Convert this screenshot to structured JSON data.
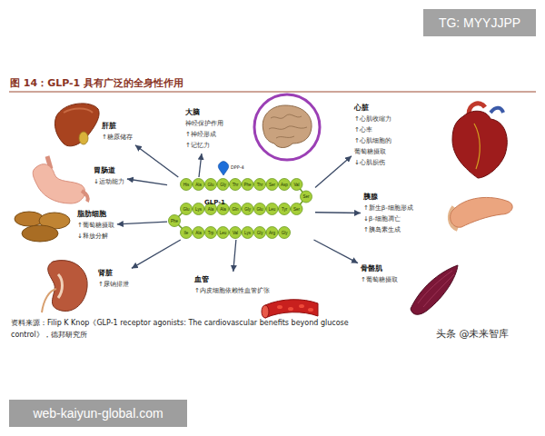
{
  "diagram": {
    "title": "图 14：GLP-1 具有广泛的全身性作用",
    "nodes": [
      {
        "text": [
          "肝脏",
          "↑糖原储存"
        ]
      },
      {
        "text": [
          "大脑",
          "神经保护作用",
          "↑神经形成",
          "↑记忆力"
        ]
      },
      {
        "text": [
          "心脏",
          "↑心肌收缩力",
          "↑心率",
          "↑心肌细胞的 葡萄糖摄取",
          "↓心肌损伤"
        ]
      },
      {
        "text": [
          "胃肠道",
          "↓运动能力"
        ]
      },
      {
        "text": [
          "GLP-1"
        ]
      },
      {
        "text": [
          "胰腺",
          "↑新生β-细胞形成",
          "↓β-细胞凋亡",
          "↑胰岛素生成"
        ]
      },
      {
        "text": [
          "脂肪细胞",
          "↑葡萄糖摄取",
          "↓释放分解"
        ]
      },
      {
        "text": [
          "肾脏",
          "↑尿钠排泄"
        ]
      },
      {
        "text": [
          "血管",
          "↑内皮细胞依赖性血管扩张"
        ]
      },
      {
        "text": [
          "骨骼肌",
          "↑葡萄糖摄取"
        ]
      }
    ],
    "edges": [
      {
        "from": 4,
        "to": 0,
        "arrow": "to"
      },
      {
        "from": 4,
        "to": 1,
        "arrow": "to"
      },
      {
        "from": 4,
        "to": 2,
        "arrow": "to"
      },
      {
        "from": 4,
        "to": 3,
        "arrow": "to"
      },
      {
        "from": 4,
        "to": 5,
        "arrow": "to"
      },
      {
        "from": 4,
        "to": 6,
        "arrow": "to"
      },
      {
        "from": 4,
        "to": 7,
        "arrow": "to"
      },
      {
        "from": 4,
        "to": 8,
        "arrow": "to"
      },
      {
        "from": 4,
        "to": 9,
        "arrow": "to"
      }
    ],
    "labels": [
      "TG: MYYJJPP",
      "DPP-4",
      "His",
      "Ala",
      "Glu",
      "Gly",
      "Thr",
      "Phe",
      "Thr",
      "Ser",
      "Asp",
      "Val",
      "Ser",
      "Ser",
      "Tyr",
      "Leu",
      "Glu",
      "Gly",
      "Gln",
      "Ala",
      "Ala",
      "Lys",
      "Glu",
      "Phe",
      "Ile",
      "Ala",
      "Trp",
      "Leu",
      "Val",
      "Lys",
      "Gly",
      "Arg",
      "Gly",
      "资料来源：Filip K Knop《GLP-1 receptor agonists: The cardiovascular benefits beyond glucose control》，德邦研究所",
      "头条 @未来智库",
      "web-kaiyun-global.com"
    ]
  }
}
